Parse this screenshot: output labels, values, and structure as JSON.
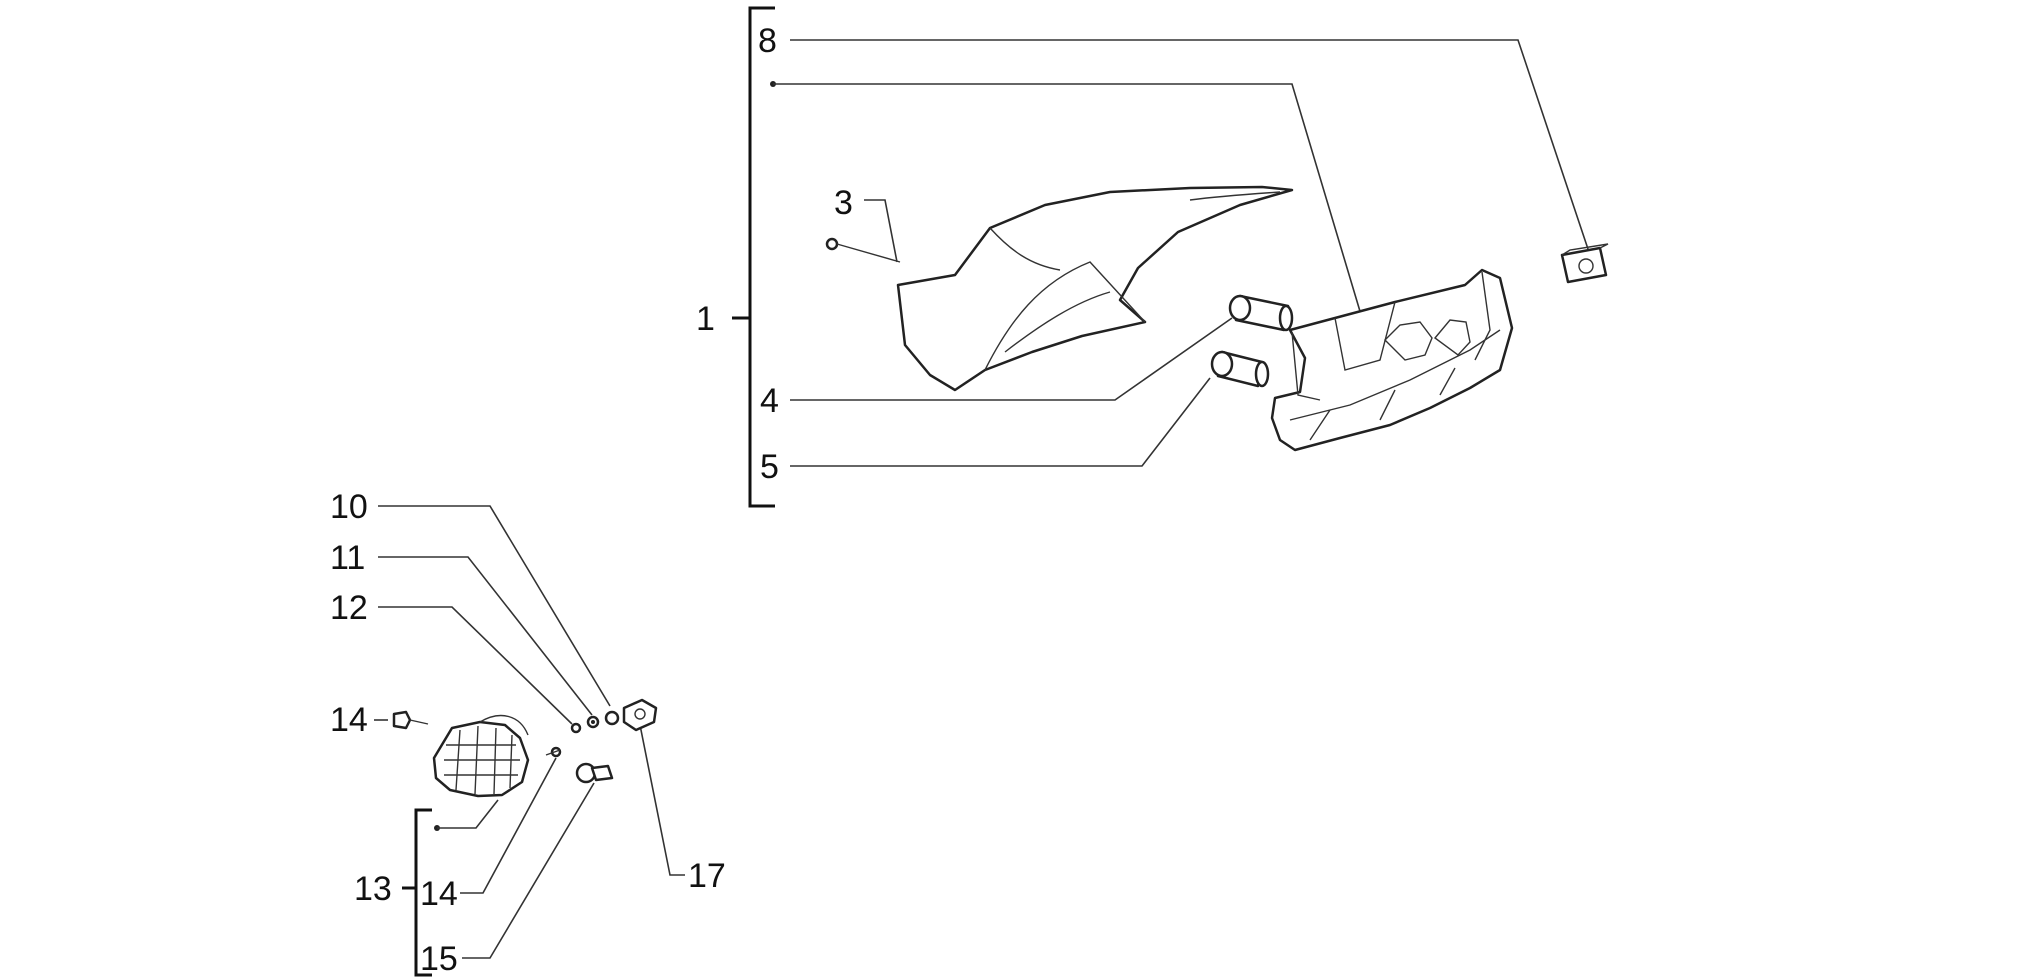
{
  "diagram": {
    "callouts": {
      "c1": "1",
      "c3": "3",
      "c4": "4",
      "c5": "5",
      "c8": "8",
      "c10": "10",
      "c11": "11",
      "c12": "12",
      "c13": "13",
      "c14a": "14",
      "c14b": "14",
      "c15": "15",
      "c17": "17"
    }
  }
}
